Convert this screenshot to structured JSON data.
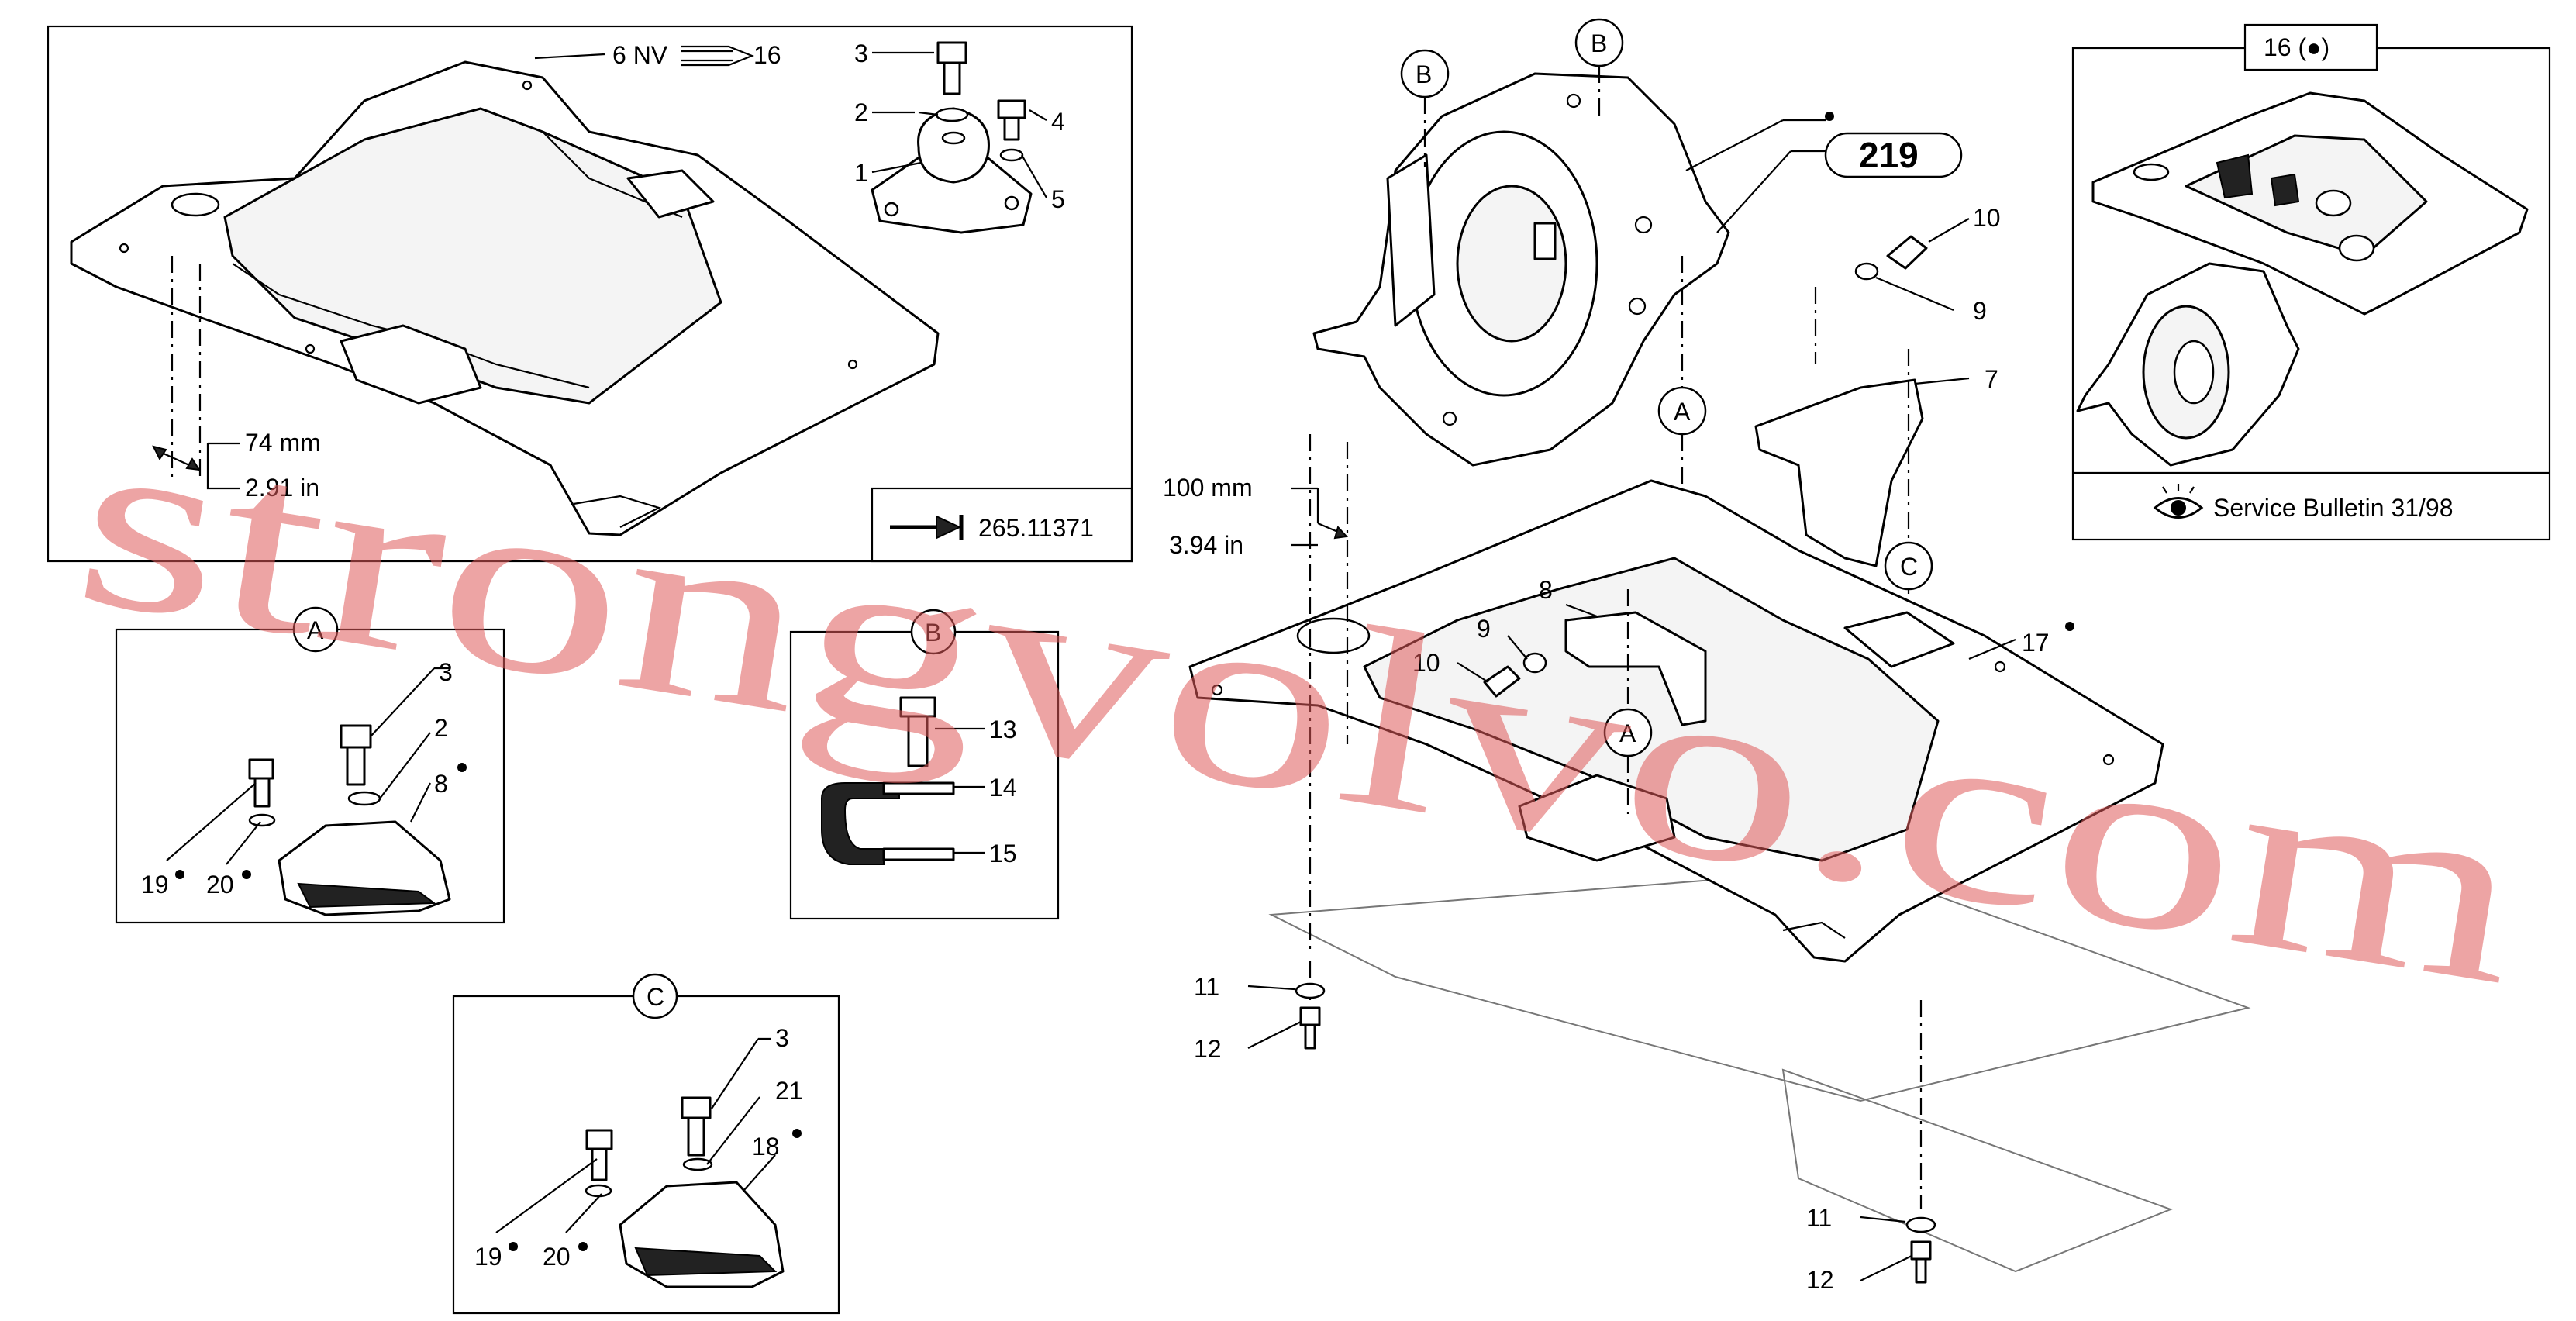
{
  "watermark": "strongvolvo.com",
  "top_left_panel": {
    "pn_6": "6 NV",
    "pn_16": "16",
    "pn_3": "3",
    "pn_2": "2",
    "pn_4": "4",
    "pn_1": "1",
    "pn_5": "5",
    "dim_mm": "74 mm",
    "dim_in": "2.91 in",
    "ref_code": "265.11371"
  },
  "panel_A": {
    "title": "A",
    "pn_3": "3",
    "pn_2": "2",
    "pn_8": "8",
    "pn_19": "19",
    "pn_20": "20"
  },
  "panel_B": {
    "title": "B",
    "pn_13": "13",
    "pn_14": "14",
    "pn_15": "15"
  },
  "panel_C": {
    "title": "C",
    "pn_3": "3",
    "pn_21": "21",
    "pn_18": "18",
    "pn_19": "19",
    "pn_20": "20"
  },
  "main": {
    "callout_B": "B",
    "ref_219": "219",
    "pn_10": "10",
    "pn_9": "9",
    "pn_7": "7",
    "callout_A": "A",
    "callout_C": "C",
    "dim_mm": "100 mm",
    "dim_in": "3.94 in",
    "pn_8": "8",
    "pn_17": "17",
    "pn_11": "11",
    "pn_12": "12"
  },
  "top_right_panel": {
    "header": "16 (●)",
    "service_bulletin": "Service Bulletin 31/98",
    "eye_icon": "eye-icon"
  }
}
